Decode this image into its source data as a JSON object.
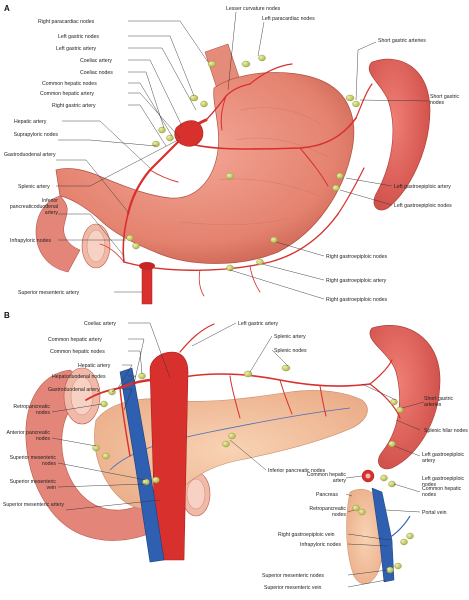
{
  "panels": {
    "a": "A",
    "b": "B"
  },
  "colors": {
    "stomach": "#e98a7a",
    "stomach_dark": "#c75e50",
    "artery": "#d8302c",
    "vein": "#2f5fb0",
    "node": "#c9cf6e",
    "spleen": "#e0605a",
    "pancreas": "#f3c29e",
    "duodenum": "#e4857a"
  },
  "labels_a": {
    "right_paracardiac": "Right paracardiac nodes",
    "left_gastric_nodes": "Left gastric nodes",
    "left_gastric_artery": "Left gastric artery",
    "coeliac_artery": "Coeliac artery",
    "coeliac_nodes": "Coeliac nodes",
    "common_hepatic_nodes": "Common hepatic nodes",
    "common_hepatic_artery": "Common hepatic artery",
    "right_gastric_artery": "Right gastric artery",
    "hepatic_artery": "Hepatic artery",
    "suprapyloric": "Suprapyloric nodes",
    "gastroduodenal": "Gastroduodenal artery",
    "splenic_artery": "Splenic artery",
    "inferior_pd": "Inferior pancreaticoduodenal artery",
    "infrapyloric": "Infrapyloric nodes",
    "superior_mesenteric": "Superior mesenteric artery",
    "lesser_curvature": "Lesser curvature nodes",
    "left_paracardiac": "Left paracardiac nodes",
    "short_gastric_arteries": "Short gastric arteries",
    "short_gastric_nodes": "Short gastric nodes",
    "left_ge_artery": "Left gastroepiploic artery",
    "left_ge_nodes": "Left gastroepiploic nodes",
    "right_ge_nodes_1": "Right gastroepiploic nodes",
    "right_ge_artery": "Right gastroepiploic artery",
    "right_ge_nodes_2": "Right gastroepiploic nodes"
  },
  "labels_b": {
    "coeliac_artery": "Coeliac artery",
    "common_hepatic_artery": "Common hepatic artery",
    "common_hepatic_nodes": "Common hepatic nodes",
    "hepatic_artery": "Hepatic artery",
    "hepatoduodenal": "Hepatoduodenal nodes",
    "gastroduodenal": "Gastroduodenal artery",
    "retropancreatic": "Retropancreatic nodes",
    "anterior_pancreatic": "Anterior pancreatic nodes",
    "superior_mesenteric_nodes": "Superior mesenteric nodes",
    "superior_mesenteric_vein": "Superior mesenteric vein",
    "superior_mesenteric_artery": "Superior mesenteric artery",
    "left_gastric_artery": "Left gastric artery",
    "splenic_artery": "Splenic artery",
    "splenic_nodes": "Splenic nodes",
    "short_gastric_arteries": "Short gastric arteries",
    "splenic_hilar": "Splenic hilar nodes",
    "left_ge_artery": "Left gastroepiploic artery",
    "left_ge_nodes": "Left gastroepiploic nodes",
    "inferior_pancreatic": "Inferior pancreatic nodes"
  },
  "labels_inset": {
    "common_hepatic_artery": "Common hepatic artery",
    "pancreas": "Pancreas",
    "retropancreatic": "Retropancreatic nodes",
    "right_ge_vein": "Right gastroepiploic vein",
    "infrapyloric": "Infrapyloric nodes",
    "common_hepatic_nodes": "Common hepatic nodes",
    "portal_vein": "Portal vein",
    "superior_mesenteric_nodes": "Superior mesenteric nodes",
    "superior_mesenteric_vein": "Superior mesenteric vein"
  }
}
